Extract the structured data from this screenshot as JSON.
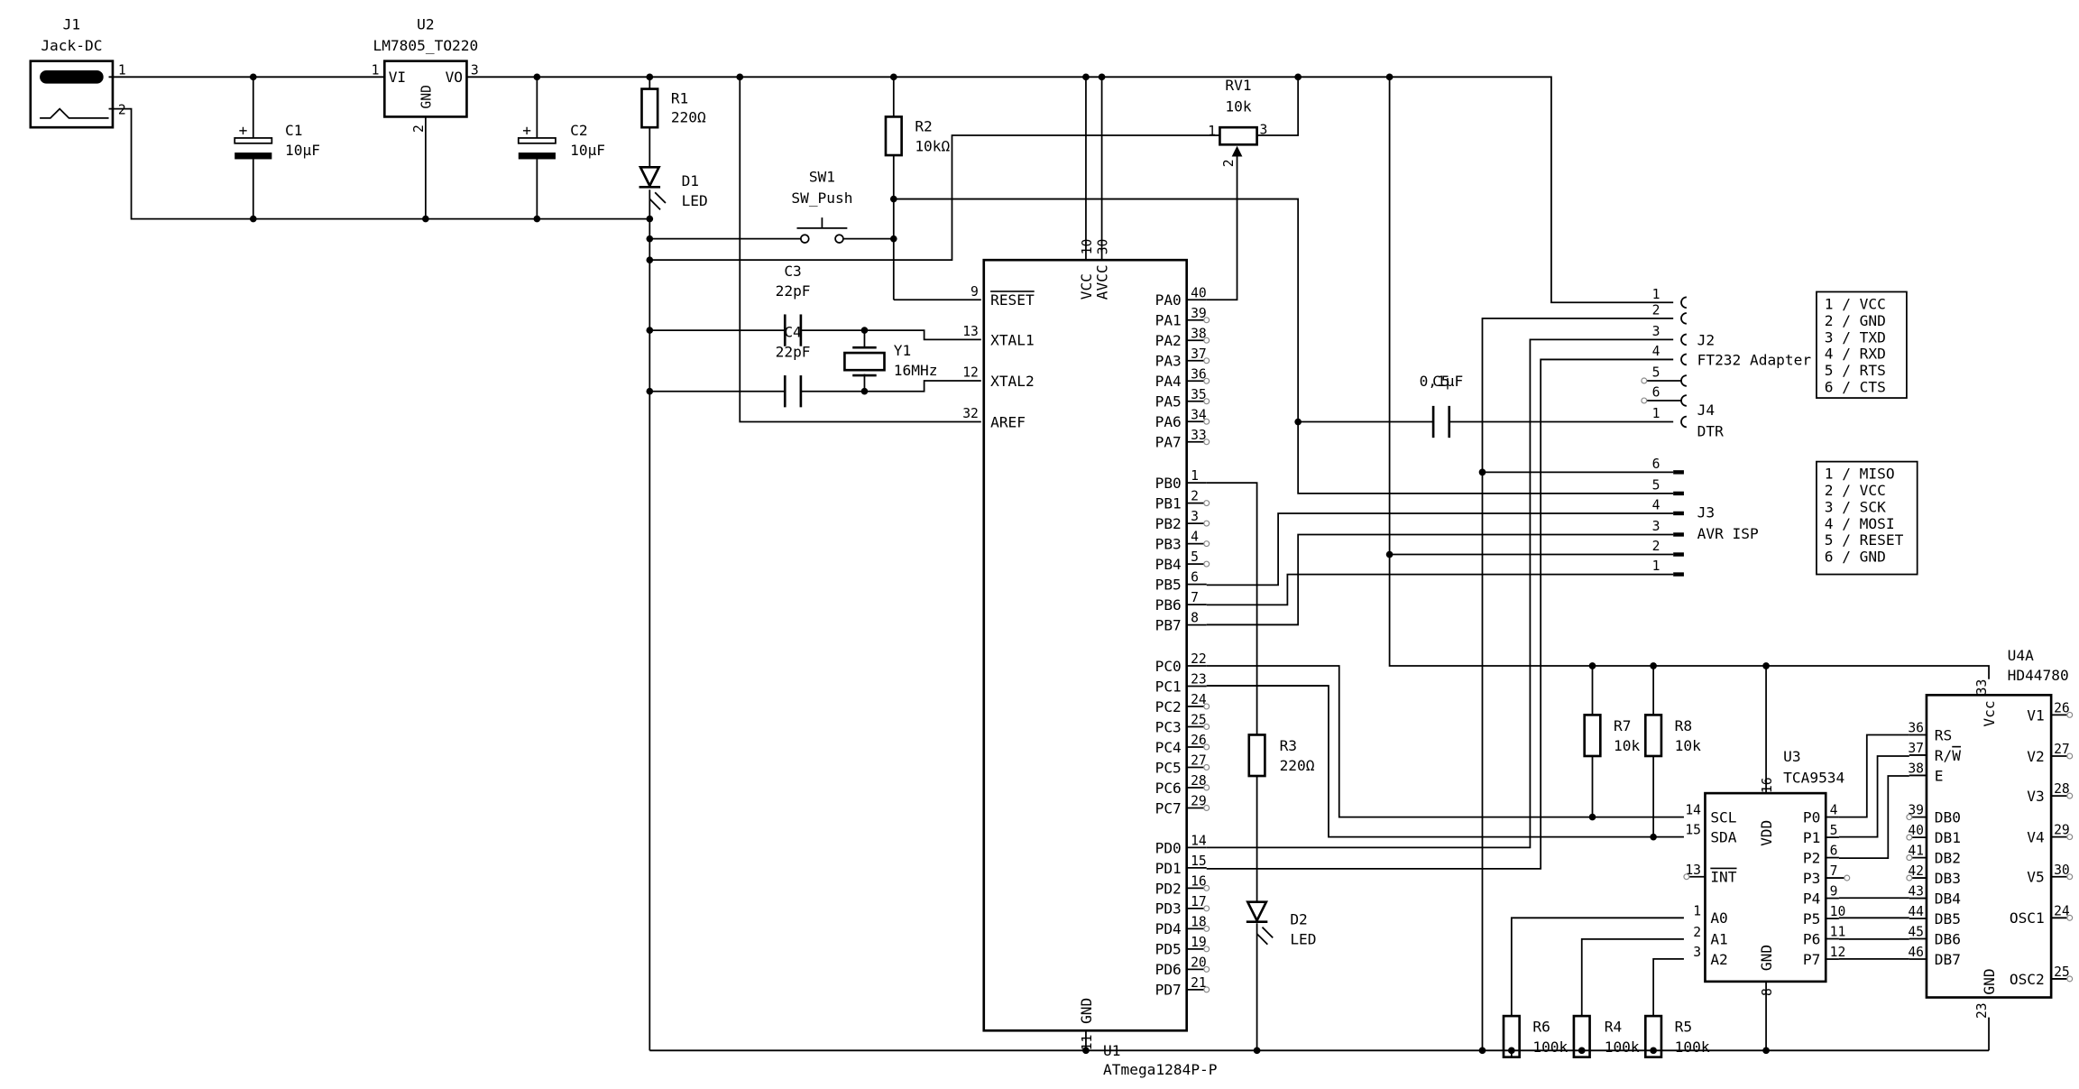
{
  "schematic": {
    "J1": {
      "ref": "J1",
      "value": "Jack-DC",
      "pins": [
        "1",
        "2"
      ]
    },
    "U2": {
      "ref": "U2",
      "value": "LM7805_TO220",
      "pins": {
        "vi": "VI",
        "vo": "VO",
        "gnd": "GND",
        "n1": "1",
        "n2": "2",
        "n3": "3"
      }
    },
    "C1": {
      "ref": "C1",
      "value": "10µF"
    },
    "C2": {
      "ref": "C2",
      "value": "10µF"
    },
    "R1": {
      "ref": "R1",
      "value": "220Ω"
    },
    "D1": {
      "ref": "D1",
      "value": "LED"
    },
    "R2": {
      "ref": "R2",
      "value": "10kΩ"
    },
    "SW1": {
      "ref": "SW1",
      "value": "SW_Push"
    },
    "RV1": {
      "ref": "RV1",
      "value": "10k",
      "pins": [
        "1",
        "2",
        "3"
      ]
    },
    "C3": {
      "ref": "C3",
      "value": "22pF"
    },
    "C4": {
      "ref": "C4",
      "value": "22pF"
    },
    "Y1": {
      "ref": "Y1",
      "value": "16MHz"
    },
    "C5": {
      "ref": "C5",
      "value": "0,1µF"
    },
    "R3": {
      "ref": "R3",
      "value": "220Ω"
    },
    "D2": {
      "ref": "D2",
      "value": "LED"
    },
    "R4": {
      "ref": "R4",
      "value": "100k"
    },
    "R5": {
      "ref": "R5",
      "value": "100k"
    },
    "R6": {
      "ref": "R6",
      "value": "100k"
    },
    "R7": {
      "ref": "R7",
      "value": "10k"
    },
    "R8": {
      "ref": "R8",
      "value": "10k"
    },
    "U1": {
      "ref": "U1",
      "value": "ATmega1284P-P",
      "top_pins": [
        {
          "num": "10",
          "name": "VCC"
        },
        {
          "num": "30",
          "name": "AVCC"
        }
      ],
      "gnd_pin": {
        "num": "11",
        "name": "GND"
      },
      "left_pins": [
        {
          "num": "9",
          "name": "RESET",
          "overline": true
        },
        {
          "num": "13",
          "name": "XTAL1"
        },
        {
          "num": "12",
          "name": "XTAL2"
        },
        {
          "num": "32",
          "name": "AREF"
        }
      ],
      "right_pins": [
        {
          "num": "40",
          "name": "PA0"
        },
        {
          "num": "39",
          "name": "PA1"
        },
        {
          "num": "38",
          "name": "PA2"
        },
        {
          "num": "37",
          "name": "PA3"
        },
        {
          "num": "36",
          "name": "PA4"
        },
        {
          "num": "35",
          "name": "PA5"
        },
        {
          "num": "34",
          "name": "PA6"
        },
        {
          "num": "33",
          "name": "PA7"
        },
        {
          "num": "1",
          "name": "PB0"
        },
        {
          "num": "2",
          "name": "PB1"
        },
        {
          "num": "3",
          "name": "PB2"
        },
        {
          "num": "4",
          "name": "PB3"
        },
        {
          "num": "5",
          "name": "PB4"
        },
        {
          "num": "6",
          "name": "PB5"
        },
        {
          "num": "7",
          "name": "PB6"
        },
        {
          "num": "8",
          "name": "PB7"
        },
        {
          "num": "22",
          "name": "PC0"
        },
        {
          "num": "23",
          "name": "PC1"
        },
        {
          "num": "24",
          "name": "PC2"
        },
        {
          "num": "25",
          "name": "PC3"
        },
        {
          "num": "26",
          "name": "PC4"
        },
        {
          "num": "27",
          "name": "PC5"
        },
        {
          "num": "28",
          "name": "PC6"
        },
        {
          "num": "29",
          "name": "PC7"
        },
        {
          "num": "14",
          "name": "PD0"
        },
        {
          "num": "15",
          "name": "PD1"
        },
        {
          "num": "16",
          "name": "PD2"
        },
        {
          "num": "17",
          "name": "PD3"
        },
        {
          "num": "18",
          "name": "PD4"
        },
        {
          "num": "19",
          "name": "PD5"
        },
        {
          "num": "20",
          "name": "PD6"
        },
        {
          "num": "21",
          "name": "PD7"
        }
      ]
    },
    "J2": {
      "ref": "J2",
      "value": "FT232 Adapter",
      "pins": [
        "1",
        "2",
        "3",
        "4",
        "5",
        "6"
      ]
    },
    "J4": {
      "ref": "J4",
      "value": "DTR",
      "pins": [
        "1"
      ]
    },
    "J3": {
      "ref": "J3",
      "value": "AVR ISP",
      "pins": [
        "6",
        "5",
        "4",
        "3",
        "2",
        "1"
      ]
    },
    "ft232_note": [
      "1 / VCC",
      "2 / GND",
      "3 / TXD",
      "4 / RXD",
      "5 / RTS",
      "6 / CTS"
    ],
    "isp_note": [
      "1 / MISO",
      "2 / VCC",
      "3 / SCK",
      "4 / MOSI",
      "5 / RESET",
      "6 / GND"
    ],
    "U3": {
      "ref": "U3",
      "value": "TCA9534",
      "vdd": {
        "num": "16",
        "name": "VDD"
      },
      "gnd": {
        "num": "8",
        "name": "GND"
      },
      "left_pins": [
        {
          "num": "14",
          "name": "SCL"
        },
        {
          "num": "15",
          "name": "SDA"
        },
        {
          "num": "13",
          "name": "INT",
          "overline": true
        },
        {
          "num": "1",
          "name": "A0"
        },
        {
          "num": "2",
          "name": "A1"
        },
        {
          "num": "3",
          "name": "A2"
        }
      ],
      "right_pins": [
        {
          "num": "4",
          "name": "P0"
        },
        {
          "num": "5",
          "name": "P1"
        },
        {
          "num": "6",
          "name": "P2"
        },
        {
          "num": "7",
          "name": "P3"
        },
        {
          "num": "9",
          "name": "P4"
        },
        {
          "num": "10",
          "name": "P5"
        },
        {
          "num": "11",
          "name": "P6"
        },
        {
          "num": "12",
          "name": "P7"
        }
      ]
    },
    "U4A": {
      "ref": "U4A",
      "value": "HD44780",
      "vcc": {
        "num": "33",
        "name": "Vcc"
      },
      "gnd": {
        "num": "23",
        "name": "GND"
      },
      "left_pins": [
        {
          "num": "36",
          "name": "RS"
        },
        {
          "num": "37",
          "name": "R/W"
        },
        {
          "num": "38",
          "name": "E"
        },
        {
          "num": "39",
          "name": "DB0"
        },
        {
          "num": "40",
          "name": "DB1"
        },
        {
          "num": "41",
          "name": "DB2"
        },
        {
          "num": "42",
          "name": "DB3"
        },
        {
          "num": "43",
          "name": "DB4"
        },
        {
          "num": "44",
          "name": "DB5"
        },
        {
          "num": "45",
          "name": "DB6"
        },
        {
          "num": "46",
          "name": "DB7"
        }
      ],
      "right_pins": [
        {
          "num": "26",
          "name": "V1"
        },
        {
          "num": "27",
          "name": "V2"
        },
        {
          "num": "28",
          "name": "V3"
        },
        {
          "num": "29",
          "name": "V4"
        },
        {
          "num": "30",
          "name": "V5"
        },
        {
          "num": "24",
          "name": "OSC1"
        },
        {
          "num": "25",
          "name": "OSC2"
        }
      ]
    }
  }
}
